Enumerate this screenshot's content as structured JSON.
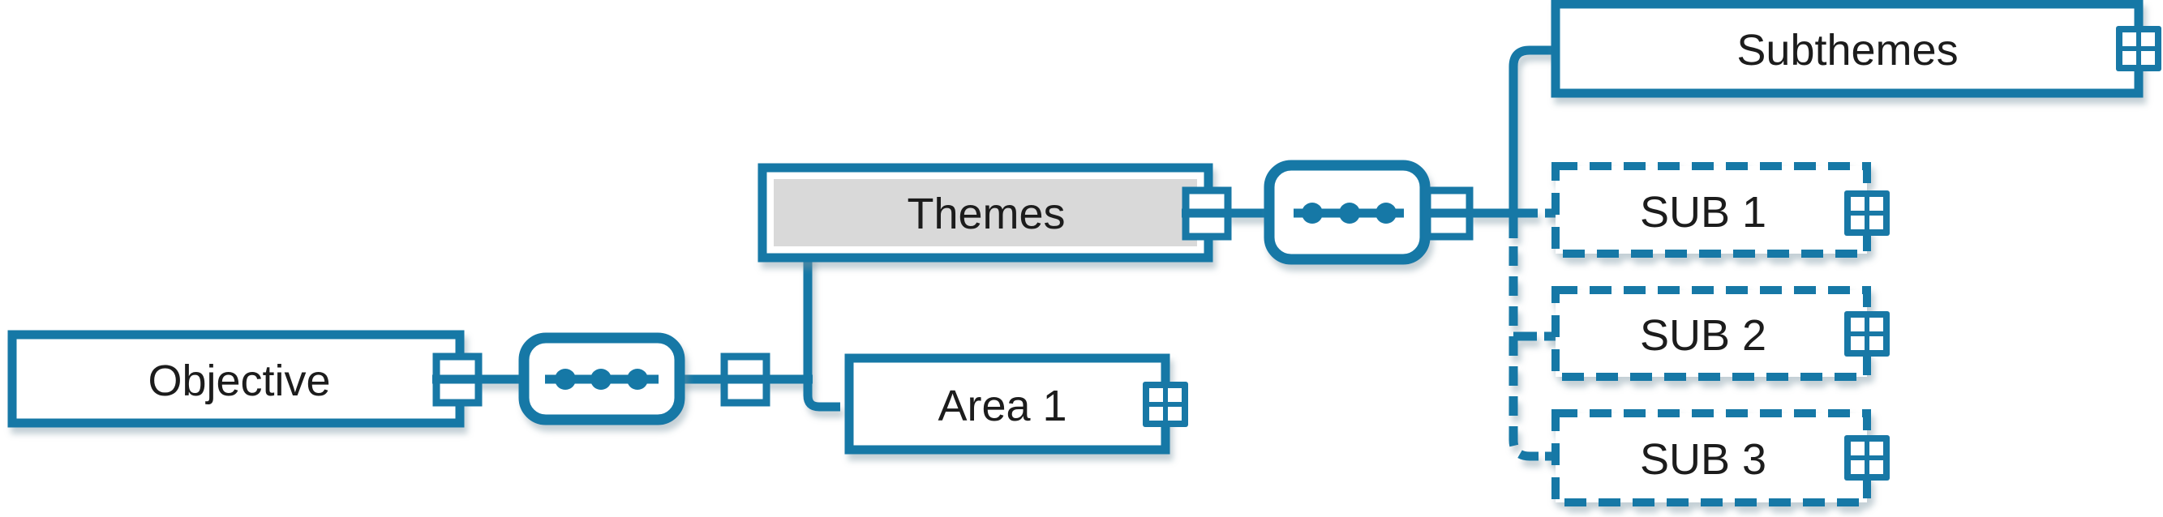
{
  "diagram": {
    "type": "hierarchy-mind-map",
    "colors": {
      "accent": "#1878a6",
      "themes-fill": "#d9d9d9",
      "text": "#1c1c1c",
      "background": "#ffffff",
      "shadow": "#7d95a3"
    },
    "nodes": {
      "objective": {
        "label": "Objective",
        "border": "solid",
        "fill": "#ffffff"
      },
      "themes": {
        "label": "Themes",
        "border": "solid",
        "fill": "#d9d9d9"
      },
      "area1": {
        "label": "Area 1",
        "border": "solid",
        "fill": "#ffffff"
      },
      "subthemes": {
        "label": "Subthemes",
        "border": "solid",
        "fill": "#ffffff"
      },
      "sub1": {
        "label": "SUB 1",
        "border": "dashed",
        "fill": "#ffffff"
      },
      "sub2": {
        "label": "SUB 2",
        "border": "dashed",
        "fill": "#ffffff"
      },
      "sub3": {
        "label": "SUB 3",
        "border": "dashed",
        "fill": "#ffffff"
      }
    },
    "edges": [
      {
        "from": "objective",
        "via": "relation-node",
        "to": "themes",
        "style": "solid"
      },
      {
        "from": "objective",
        "via": "relation-node",
        "to": "area1",
        "style": "solid"
      },
      {
        "from": "themes",
        "via": "relation-node",
        "to": "subthemes",
        "style": "solid"
      },
      {
        "from": "themes",
        "via": "relation-node",
        "to": "sub1",
        "style": "dashed"
      },
      {
        "from": "themes",
        "via": "relation-node",
        "to": "sub2",
        "style": "dashed"
      },
      {
        "from": "themes",
        "via": "relation-node",
        "to": "sub3",
        "style": "dashed"
      }
    ],
    "icons": {
      "relation": "ellipsis-relation-node",
      "port": "connector-port",
      "grid": "expand-grid-icon"
    }
  }
}
